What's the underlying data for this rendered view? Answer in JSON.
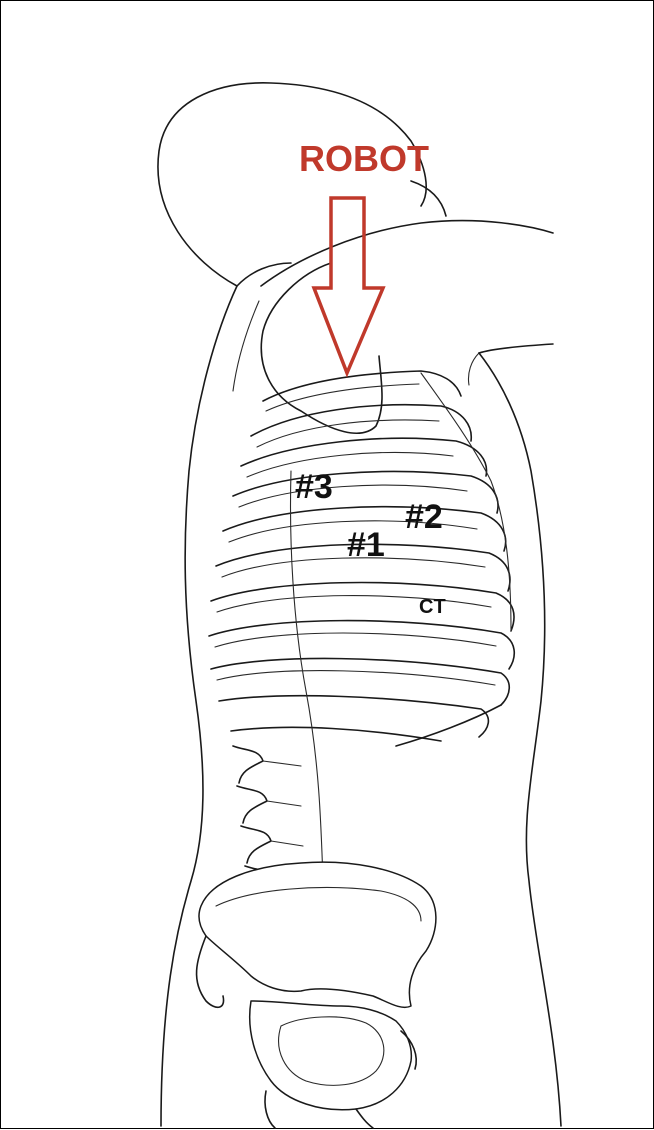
{
  "labels": {
    "robot": "ROBOT",
    "port_3": "#3",
    "port_2": "#2",
    "port_1": "#1",
    "ct": "CT"
  },
  "colors": {
    "arrow": "#c0392b",
    "robot_text": "#c0392b",
    "label_text": "#111111",
    "line_art": "#1a1a1a"
  }
}
